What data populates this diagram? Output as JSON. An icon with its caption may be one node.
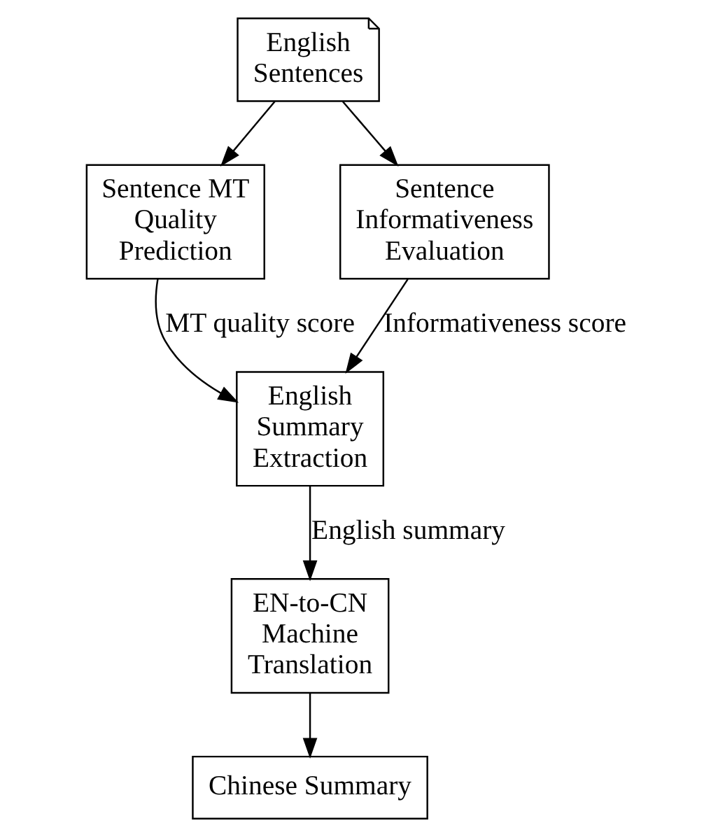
{
  "diagram": {
    "nodes": [
      {
        "text": [
          "English Sentences"
        ]
      },
      {
        "text": [
          "Sentence MT Quality Prediction"
        ]
      },
      {
        "text": [
          "Sentence Informativeness Evaluation"
        ]
      },
      {
        "text": [
          "English Summary Extraction"
        ]
      },
      {
        "text": [
          "EN-to-CN Machine Translation"
        ]
      },
      {
        "text": [
          "Chinese Summary"
        ]
      }
    ],
    "edges": [
      {
        "from": 0,
        "to": 1,
        "arrow": "to"
      },
      {
        "from": 0,
        "to": 2,
        "arrow": "to"
      },
      {
        "from": 1,
        "to": 3,
        "arrow": "to",
        "label": "MT quality score"
      },
      {
        "from": 2,
        "to": 3,
        "arrow": "to",
        "label": "Informativeness score"
      },
      {
        "from": 3,
        "to": 4,
        "arrow": "to",
        "label": "English summary"
      },
      {
        "from": 4,
        "to": 5,
        "arrow": "to"
      }
    ]
  }
}
